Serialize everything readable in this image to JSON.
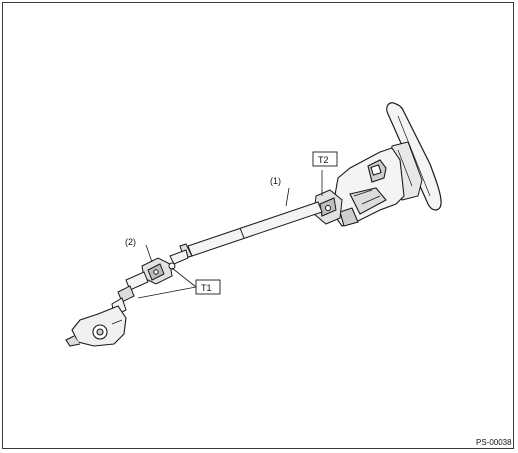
{
  "labels": {
    "part_1": "(1)",
    "part_2": "(2)",
    "torque_1": "T1",
    "torque_2": "T2"
  },
  "figure_code": "PS-00038",
  "colors": {
    "line": "#1a1a1a",
    "fill_light": "#f4f4f4",
    "fill_shade": "#cfcfcf",
    "frame": "#3a3a3a"
  }
}
